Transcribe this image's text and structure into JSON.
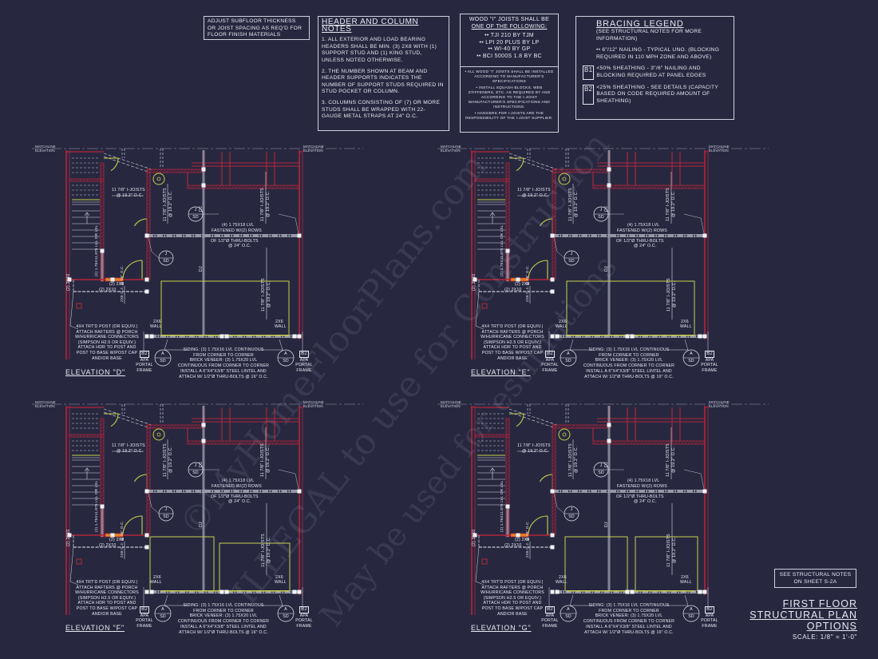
{
  "colors": {
    "background": "#272840",
    "wall_red": "#b3243a",
    "beam_gray": "#a9aab8",
    "door_yellow": "#c9cf4a",
    "text": "#e8e8f0",
    "lintel_orange": "#e0802a"
  },
  "notes": {
    "subfloor": "ADJUST SUBFLOOR THICKNESS OR JOIST SPACING AS REQ'D FOR FLOOR FINISH MATERIALS",
    "header_column": {
      "title": "HEADER AND COLUMN NOTES",
      "items": [
        "1. ALL EXTERIOR AND LOAD BEARING HEADERS SHALL BE MIN. (3) 2x8 WITH (1) SUPPORT STUD AND (1) KING STUD, UNLESS NOTED OTHERWISE.",
        "2. THE NUMBER SHOWN AT BEAM AND HEADER SUPPORTS INDICATES THE NUMBER OF SUPPORT STUDS REQUIRED IN STUD POCKET OR COLUMN.",
        "3. COLUMNS CONSISTING OF (7) OR MORE STUDS SHALL BE WRAPPED WITH 22-GAUGE METAL STRAPS AT 24\" O.C."
      ]
    },
    "joists": {
      "title_line1": "WOOD \"I\" JOISTS SHALL BE",
      "title_line2": "ONE OF THE FOLLOWING:",
      "options": [
        "•• TJI 210 BY TJM",
        "•• LPI 20 PLUS BY LP",
        "•• WI-40 BY GP",
        "•• BCI 5000s 1.8 BY BC"
      ],
      "bullets": [
        "• ALL WOOD \"I\" JOISTS SHALL BE INSTALLED ACCORDING TO MANUFACTURER'S SPECIFICATIONS",
        "• INSTALL SQUASH BLOCKS, WEB STIFFENERS, ETC. AS REQUIRED BY AND ACCORDING TO THE I-JOIST MANUFACTURER'S SPECIFICATIONS AND INSTRUCTIONS.",
        "• HANGERS FOR I-JOISTS ARE THE RESPONSIBILITY OF THE I-JOIST SUPPLIER."
      ]
    },
    "bracing": {
      "title": "BRACING LEGEND",
      "subtitle": "(SEE STRUCTURAL NOTES FOR MORE INFORMATION)",
      "typical": "•• 6\"/12\" NAILING - TYPICAL UNO. (BLOCKING REQUIRED IN 110 MPH ZONE AND ABOVE)",
      "b1_tag": "B1",
      "b1_text": "<50% SHEATHING - 3\"/6\" NAILING AND BLOCKING REQUIRED AT PANEL EDGES",
      "b2_tag": "B2",
      "b2_text": "<25% SHEATHING - SEE DETAILS (CAPACITY BASED ON CODE REQUIRED AMOUNT OF SHEATHING)"
    }
  },
  "plan_labels": {
    "matchline": "MATCHLINE ELEVATION",
    "ijoist_11": "11 7/8\" I-JOISTS",
    "ijoist_spacing": "@ 19.2\" O.C.",
    "lvl_beam": [
      "(4) 1.75x18 LVL",
      "FASTENED w/(2) ROWS",
      "OF 1/2\"Ø THRU-BOLTS",
      "@ 24\" O.C."
    ],
    "dj": "DJ",
    "lvl_stair": "(2) 1.75x11.875 LVL OR LSL",
    "header_2x8": "(2) 2x8",
    "header_2x10": "(2) 2x10",
    "ceiling_joist": "2x6 C.J. @ 16\" O.C.",
    "wall_2x6": [
      "2x6",
      "WALL"
    ],
    "post_note": [
      "4x4 TRT'D POST (OR EQUIV.)",
      "ATTACH RAFTERS @ PORCH",
      "w/HURRICANE CONNECTORS",
      "(SIMPSON H2.5 OR EQUIV.)",
      "ATTACH HDR TO POST AND",
      "POST TO BASE w/POST CAP",
      "AND/OR BASE"
    ],
    "garage_note": [
      "SIDING: (3) 1.75x16 LVL CONTINUOUS",
      "FROM CORNER TO CORNER",
      "BRICK VENEER: (3) 1.75x20 LVL",
      "CONTINUOUS FROM CORNER TO CORNER",
      "INSTALL A 6\"x4\"x3/8\" STEEL LINTEL AND",
      "ATTACH w/ 1/2\"Ø THRU-BOLTS @ 16\" O.C."
    ],
    "detail_j": {
      "top": "J",
      "bottom": "SD"
    },
    "detail_a": {
      "top": "A",
      "bottom": "SD"
    },
    "portal": {
      "tag": "B2",
      "lines": [
        "APA",
        "PORTAL",
        "FRAME"
      ]
    }
  },
  "elevations": [
    {
      "title": "ELEVATION \"D\"",
      "garage": "single"
    },
    {
      "title": "ELEVATION \"E\"",
      "garage": "single"
    },
    {
      "title": "ELEVATION \"F\"",
      "garage": "split-offset"
    },
    {
      "title": "ELEVATION \"G\"",
      "garage": "double"
    }
  ],
  "sheet": {
    "see_notes": "SEE STRUCTURAL NOTES ON SHEET S-2a",
    "title_lines": [
      "FIRST FLOOR",
      "STRUCTURAL PLAN",
      "OPTIONS"
    ],
    "scale": "SCALE: 1/8\" = 1'-0\""
  },
  "watermark": {
    "line1": "©MyHomeFloorPlans.com",
    "line2": "ILLEGAL to use for Construction",
    "line3": "May be used for estimations"
  }
}
